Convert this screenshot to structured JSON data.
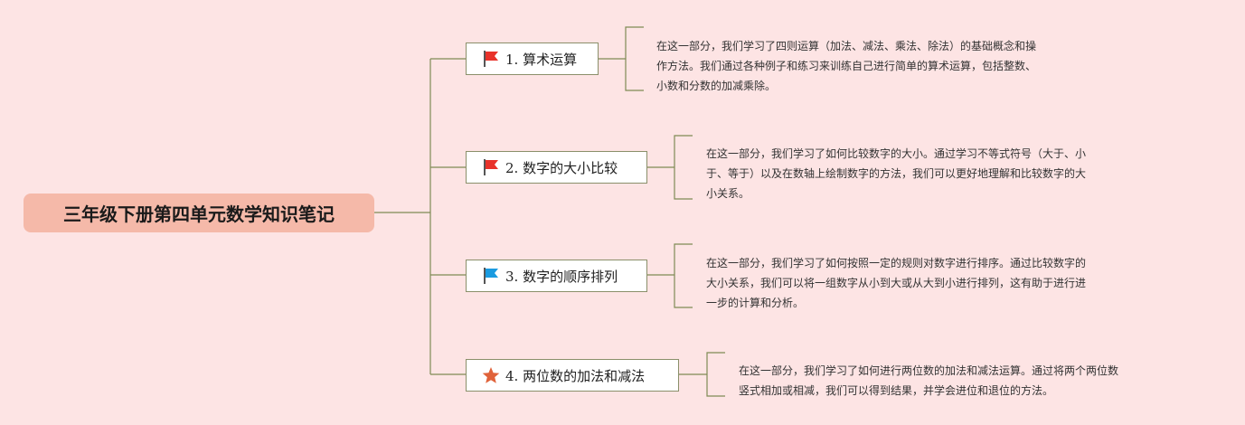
{
  "root": {
    "title": "三年级下册第四单元数学知识笔记"
  },
  "topics": [
    {
      "label": "1. 算术运算",
      "icon": "red-flag-icon",
      "note_lines": [
        "在这一部分，我们学习了四则运算（加法、减法、乘法、除法）的基础概念和操",
        "作方法。我们通过各种例子和练习来训练自己进行简单的算术运算，包括整数、",
        "小数和分数的加减乘除。"
      ]
    },
    {
      "label": "2. 数字的大小比较",
      "icon": "red-flag-icon",
      "note_lines": [
        "在这一部分，我们学习了如何比较数字的大小。通过学习不等式符号（大于、小",
        "于、等于）以及在数轴上绘制数字的方法，我们可以更好地理解和比较数字的大",
        "小关系。"
      ]
    },
    {
      "label": "3. 数字的顺序排列",
      "icon": "blue-flag-icon",
      "note_lines": [
        "在这一部分，我们学习了如何按照一定的规则对数字进行排序。通过比较数字的",
        "大小关系，我们可以将一组数字从小到大或从大到小进行排列，这有助于进行进",
        "一步的计算和分析。"
      ]
    },
    {
      "label": "4. 两位数的加法和减法",
      "icon": "orange-star-icon",
      "note_lines": [
        "在这一部分，我们学习了如何进行两位数的加法和减法运算。通过将两个两位数",
        "竖式相加或相减，我们可以得到结果，并学会进位和退位的方法。"
      ]
    }
  ],
  "colors": {
    "background": "#fde4e4",
    "root_fill": "#f5b9a9",
    "connector": "#7f8a55",
    "red_flag": "#e8322a",
    "blue_flag": "#1a9be0",
    "star": "#e0623a"
  }
}
